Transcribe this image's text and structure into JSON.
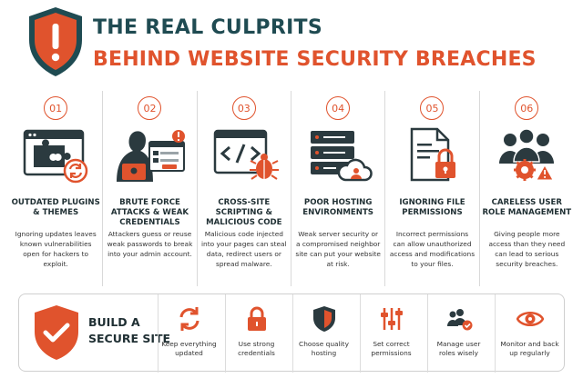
{
  "header": {
    "title_line1": "THE REAL CULPRITS",
    "title_line2": "BEHIND WEBSITE SECURITY BREACHES",
    "icon": "warning-shield-icon"
  },
  "colors": {
    "accent": "#e0532d",
    "dark": "#1f4b52",
    "text": "#2b2b2b"
  },
  "culprits": [
    {
      "number": "01",
      "icon": "outdated-plugin-puzzle-icon",
      "title": "OUTDATED PLUGINS & THEMES",
      "description": "Ignoring updates leaves known vulnerabilities open for hackers to exploit."
    },
    {
      "number": "02",
      "icon": "hacker-login-icon",
      "title": "BRUTE FORCE ATTACKS & WEAK CREDENTIALS",
      "description": "Attackers guess or reuse weak passwords to break into your admin account."
    },
    {
      "number": "03",
      "icon": "code-bug-icon",
      "title": "CROSS-SITE SCRIPTING & MALICIOUS CODE",
      "description": "Malicious code injected into your pages can steal data, redirect users or spread malware."
    },
    {
      "number": "04",
      "icon": "server-cloud-icon",
      "title": "POOR HOSTING ENVIRONMENTS",
      "description": "Weak server security or a compromised neighbor site can put your website at risk."
    },
    {
      "number": "05",
      "icon": "file-lock-icon",
      "title": "IGNORING FILE PERMISSIONS",
      "description": "Incorrect permissions can allow unauthorized access and modifications to your files."
    },
    {
      "number": "06",
      "icon": "users-gear-warning-icon",
      "title": "CARELESS USER ROLE MANAGEMENT",
      "description": "Giving people more access than they need can lead to serious security breaches."
    }
  ],
  "secure": {
    "title_line1": "BUILD A",
    "title_line2": "SECURE SITE",
    "icon": "check-shield-icon",
    "tips": [
      {
        "icon": "refresh-icon",
        "label": "Keep everything updated"
      },
      {
        "icon": "padlock-icon",
        "label": "Use strong credentials"
      },
      {
        "icon": "shield-icon",
        "label": "Choose quality hosting"
      },
      {
        "icon": "sliders-icon",
        "label": "Set correct permissions"
      },
      {
        "icon": "users-check-icon",
        "label": "Manage user roles wisely"
      },
      {
        "icon": "eye-icon",
        "label": "Monitor and back up regularly"
      }
    ]
  }
}
